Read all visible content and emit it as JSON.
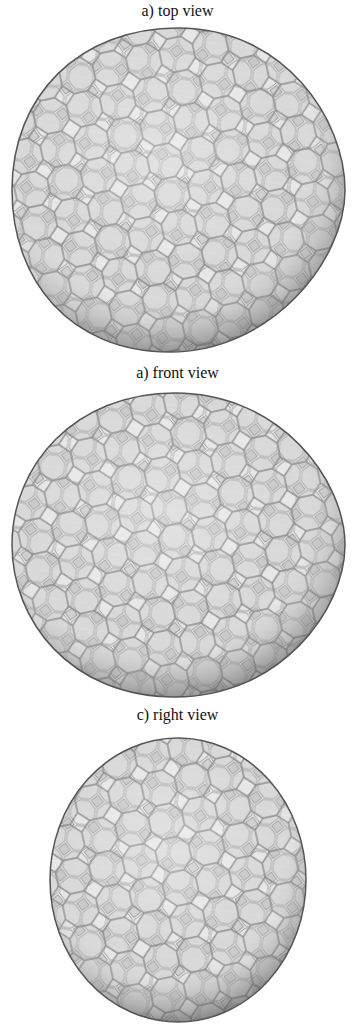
{
  "diagram": {
    "labels": [
      "a) top view",
      "a) front view",
      "c) right view"
    ]
  }
}
